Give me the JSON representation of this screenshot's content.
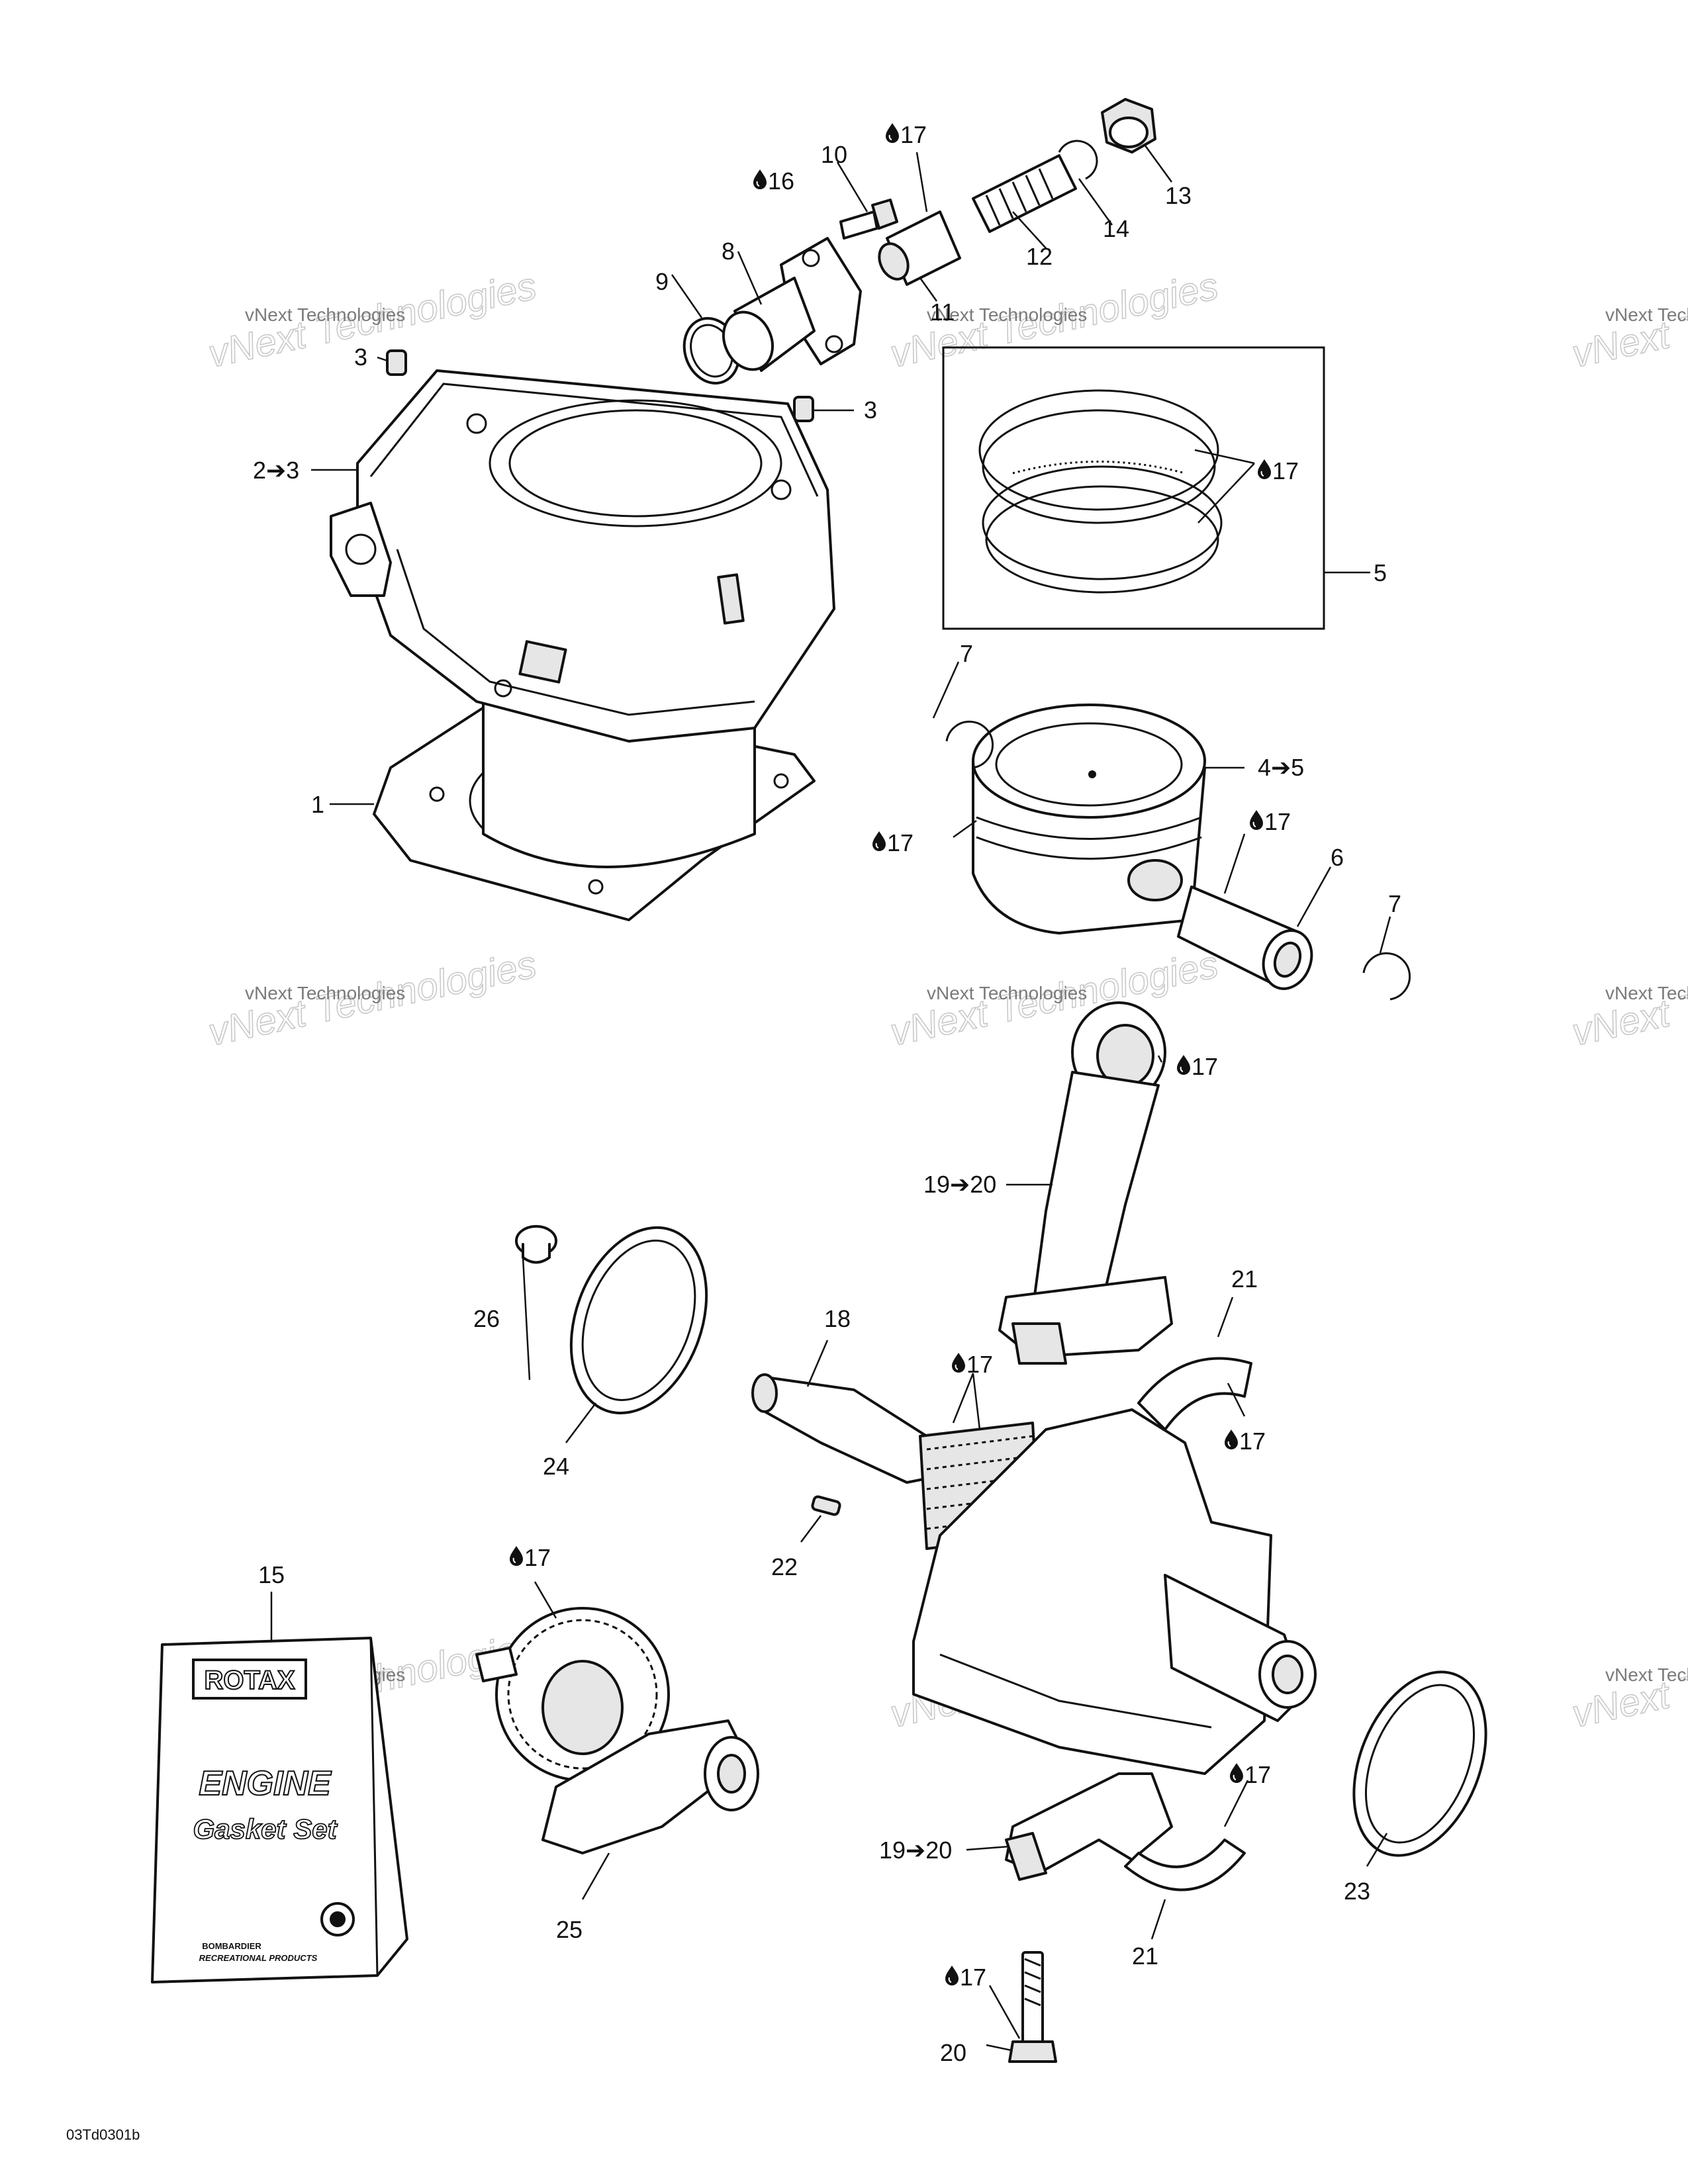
{
  "callouts": {
    "c1": "1",
    "c2": "2➔3",
    "c3a": "3",
    "c3b": "3",
    "c4": "4➔5",
    "c5": "5",
    "c6": "6",
    "c7a": "7",
    "c7b": "7",
    "c8": "8",
    "c9": "9",
    "c10": "10",
    "c11": "11",
    "c12": "12",
    "c13": "13",
    "c14": "14",
    "c15": "15",
    "c16": "16",
    "c17a": "17",
    "c17b": "17",
    "c17c": "17",
    "c17d": "17",
    "c17e": "17",
    "c17f": "17",
    "c17g": "17",
    "c17h": "17",
    "c17i": "17",
    "c17j": "17",
    "c18": "18",
    "c19a": "19➔20",
    "c19b": "19➔20",
    "c20": "20",
    "c21a": "21",
    "c21b": "21",
    "c22": "22",
    "c23": "23",
    "c24": "24",
    "c25": "25",
    "c26": "26"
  },
  "watermark": {
    "line1": "vNext Technologies",
    "line2": "vNext Technologies"
  },
  "gasket_set": {
    "brand": "ROTAX",
    "title": "ENGINE",
    "subtitle": "Gasket Set",
    "maker": "BOMBARDIER",
    "maker_sub": "RECREATIONAL PRODUCTS"
  },
  "drawing_code": "03Td0301b",
  "icons": {
    "oil": "oil-drop-icon",
    "arrow": "arrow-right-icon"
  }
}
